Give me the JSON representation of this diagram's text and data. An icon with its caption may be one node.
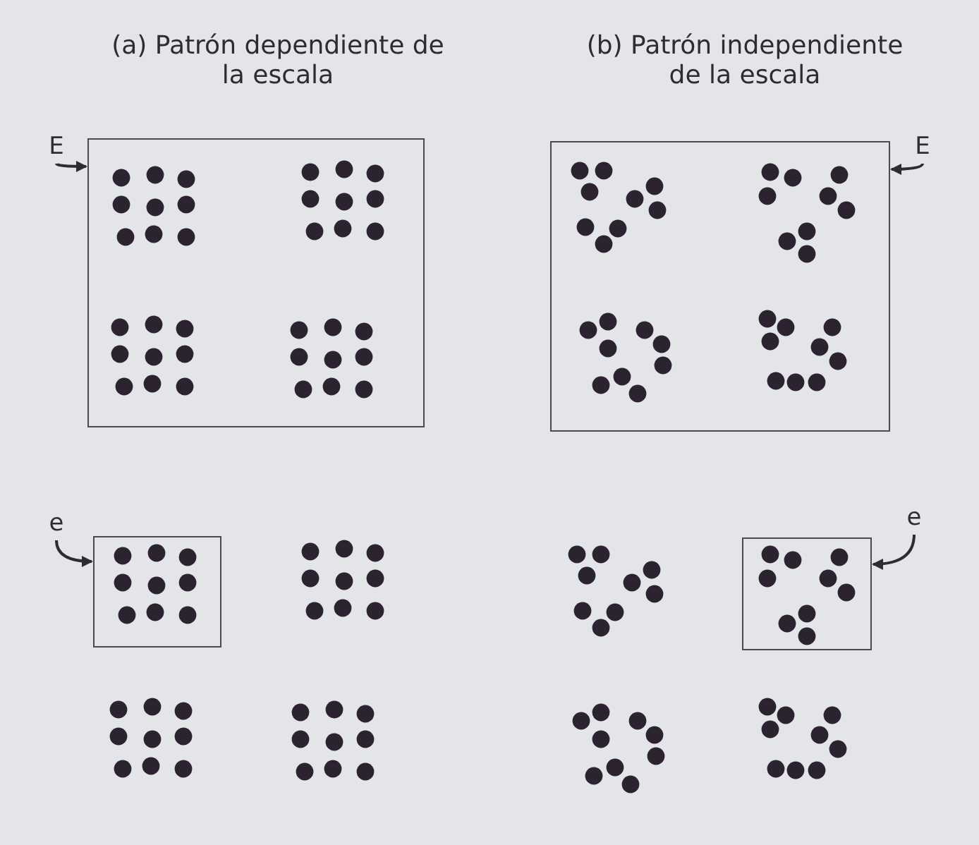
{
  "diagram": {
    "nodes": [
      {
        "text": [
          "E"
        ]
      },
      {
        "text": [],
        "shape": "box"
      },
      {
        "text": [
          "E"
        ]
      },
      {
        "text": [],
        "shape": "box"
      },
      {
        "text": [
          "e"
        ]
      },
      {
        "text": [],
        "shape": "box"
      },
      {
        "text": [
          "e"
        ]
      },
      {
        "text": [],
        "shape": "box"
      }
    ],
    "edges": [
      {
        "from": 0,
        "to": 1,
        "arrow": "to"
      },
      {
        "from": 2,
        "to": 3,
        "arrow": "to"
      },
      {
        "from": 4,
        "to": 5,
        "arrow": "to"
      },
      {
        "from": 6,
        "to": 7,
        "arrow": "to"
      }
    ],
    "labels": [
      "(a) Patrón dependiente de la escala",
      "(b) Patrón independiente de la escala"
    ]
  }
}
